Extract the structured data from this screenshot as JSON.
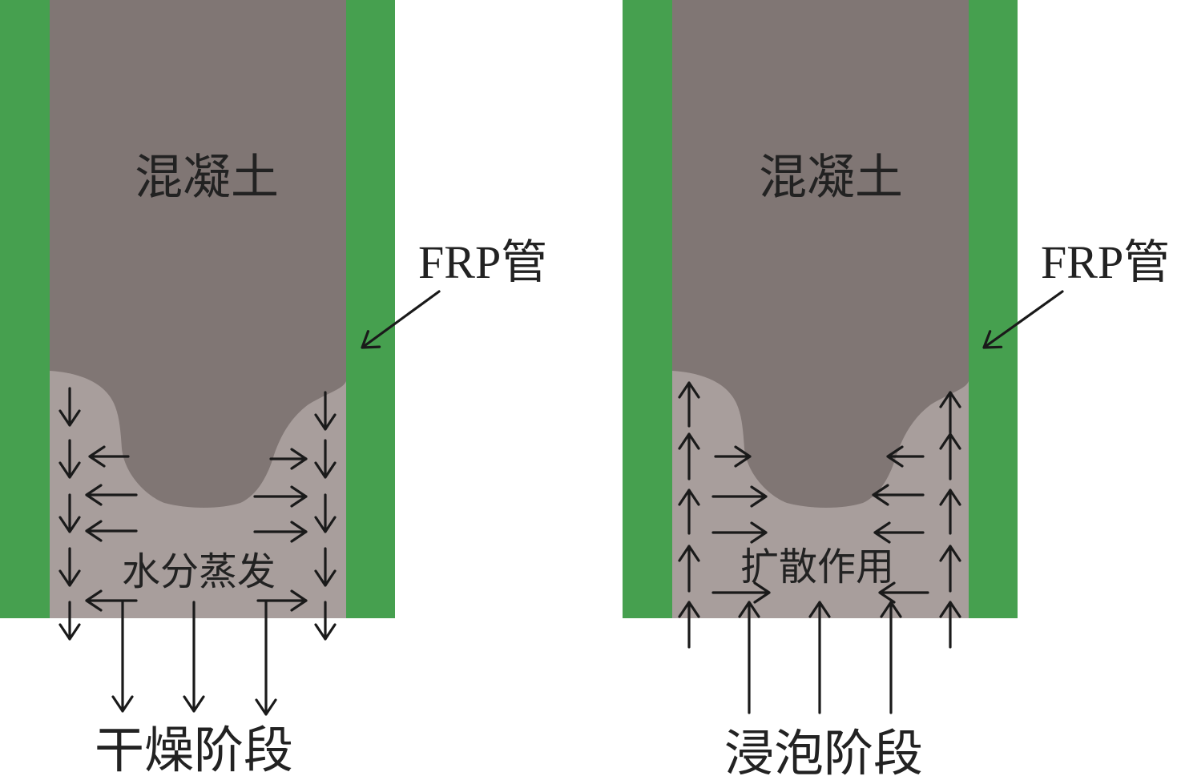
{
  "colors": {
    "frp_tube": "#46a04f",
    "concrete": "#807674",
    "affected_zone": "#a89e9c",
    "arrow": "#1a1a1a",
    "background": "#ffffff"
  },
  "panels": [
    {
      "concrete_label": "混凝土",
      "tube_label": "FRP管",
      "process_label": "水分蒸发",
      "stage_label": "干燥阶段",
      "flow_direction": "outward"
    },
    {
      "concrete_label": "混凝土",
      "tube_label": "FRP管",
      "process_label": "扩散作用",
      "stage_label": "浸泡阶段",
      "flow_direction": "inward"
    }
  ]
}
